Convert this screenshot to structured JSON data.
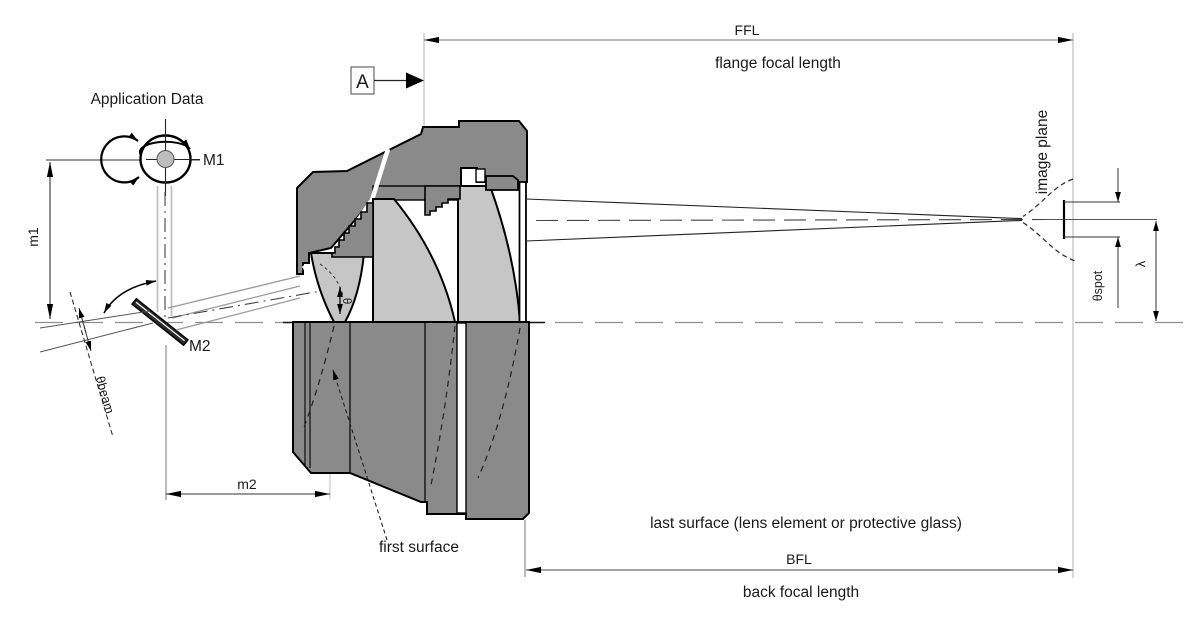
{
  "title": "Lens flange focal length application diagram",
  "labels": {
    "application_data": "Application Data",
    "m1_mirror": "M1",
    "m2_mirror": "M2",
    "dim_m1": "m1",
    "dim_m2": "m2",
    "theta": "θ",
    "theta_beam": "θbeam",
    "theta_spot": "θspot",
    "lambda": "λ",
    "datum": "A",
    "ffl_abbr": "FFL",
    "ffl_full": "flange focal length",
    "bfl_abbr": "BFL",
    "bfl_full": "back focal length",
    "image_plane": "image plane",
    "first_surface": "first surface",
    "last_surface": "last surface (lens element or protective glass)"
  },
  "colors": {
    "housing": "#8a8a8a",
    "lens": "#c6c6c6",
    "glass": "#ffffff",
    "outline": "#000000",
    "dim_line": "#707070",
    "ext_line": "#a8a8a8",
    "axis": "#8f8f8f",
    "background": "#ffffff"
  }
}
